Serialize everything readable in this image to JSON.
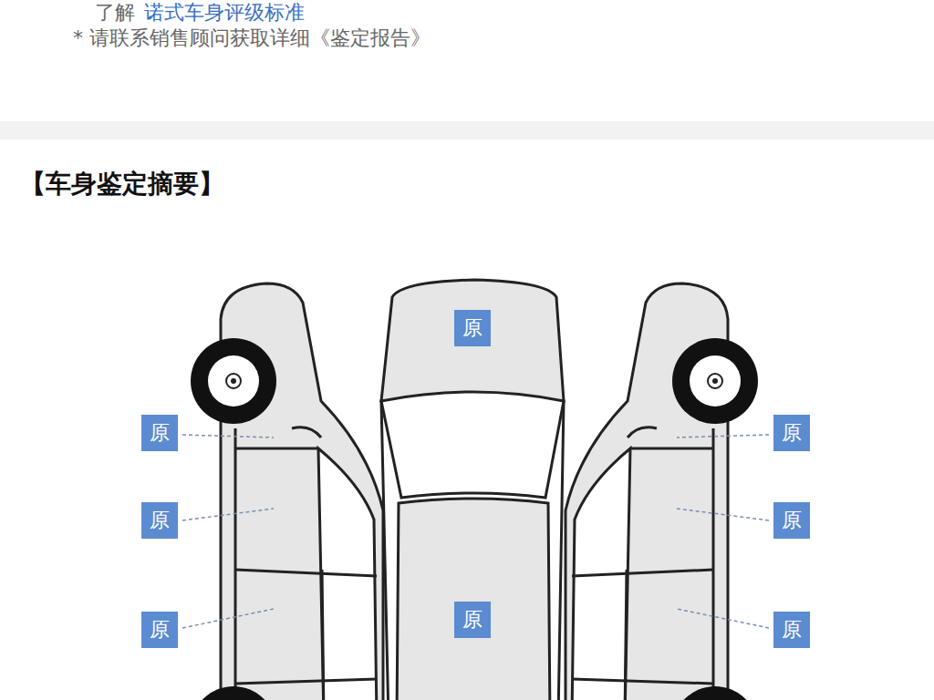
{
  "diagram": {
    "title": "【车身鉴定摘要】",
    "nodes": [
      {
        "text": [
          "原"
        ]
      },
      {
        "text": [
          "原"
        ]
      },
      {
        "text": [
          "原"
        ]
      },
      {
        "text": [
          "原"
        ]
      },
      {
        "text": [
          "原"
        ]
      },
      {
        "text": [
          "原"
        ]
      },
      {
        "text": [
          "原"
        ]
      },
      {
        "text": [
          "原"
        ]
      }
    ],
    "labels": [
      "了解",
      "诺式车身评级标准",
      "* 请联系销售顾问获取详细《鉴定报告》"
    ]
  }
}
